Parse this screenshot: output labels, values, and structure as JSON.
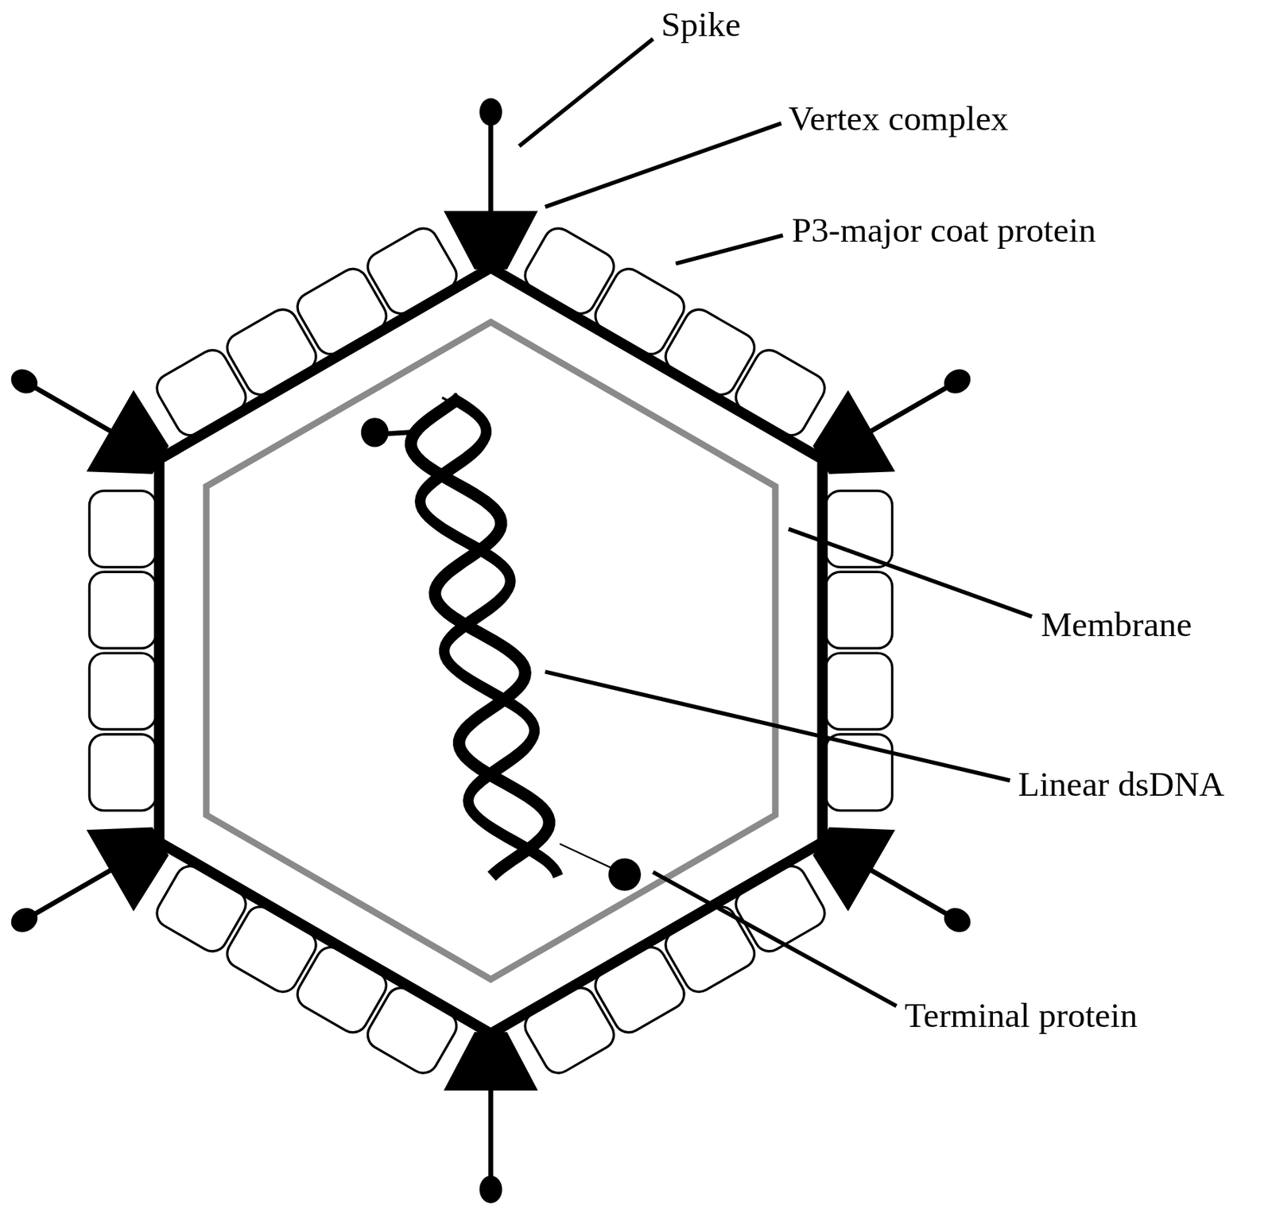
{
  "diagram": {
    "labels": [
      "Spike",
      "Vertex complex",
      "P3-major coat protein",
      "Membrane",
      "Linear dsDNA",
      "Terminal protein"
    ]
  }
}
